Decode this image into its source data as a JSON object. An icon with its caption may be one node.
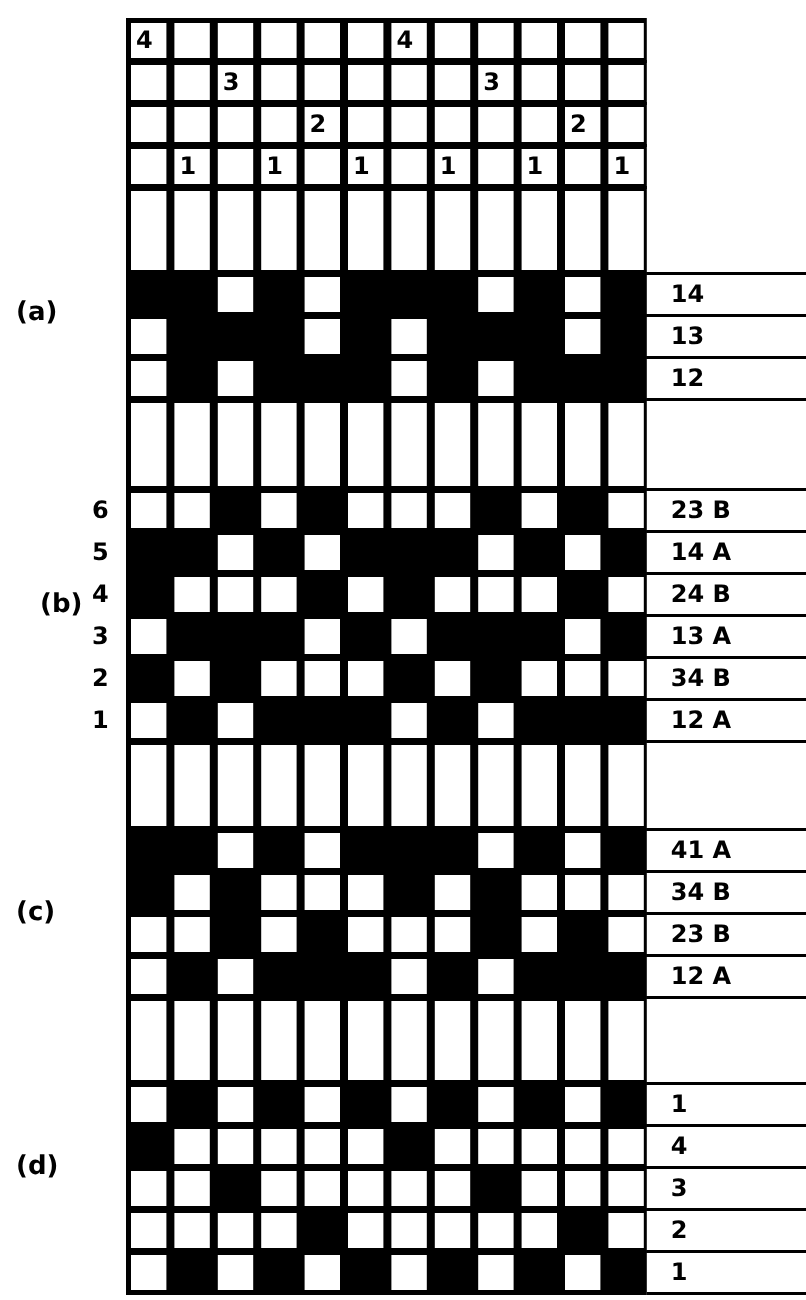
{
  "diagram": {
    "labels": [
      "4",
      "4",
      "3",
      "3",
      "2",
      "2",
      "1",
      "1",
      "1",
      "1",
      "1",
      "1",
      "(a)",
      "14",
      "13",
      "12",
      "6",
      "23 B",
      "5",
      "14 A",
      "(b)",
      "4",
      "24 B",
      "3",
      "13 A",
      "2",
      "34 B",
      "1",
      "12 A",
      "41 A",
      "(c)",
      "34 B",
      "23 B",
      "12 A",
      "1",
      "(d)",
      "4",
      "3",
      "2",
      "1"
    ]
  }
}
